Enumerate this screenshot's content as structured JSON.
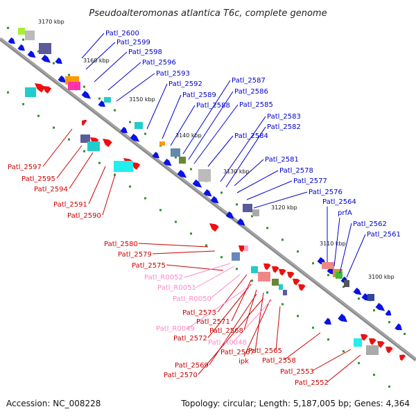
{
  "title": "Pseudoalteromonas atlantica T6c, complete genome",
  "accession": "Accession: NC_008228",
  "summary": "Topology: circular; Length: 5,187,005 bp; Genes: 4,364",
  "colors": {
    "forward_label": "#0000cc",
    "reverse_label": "#cc0000",
    "rna_label": "#ff88c8",
    "forward_gene": "#0a12e6",
    "reverse_gene": "#ee1010",
    "backbone": "#8c8c8c",
    "ring_dots": "#2f8f2f"
  },
  "ticks": [
    "3170 kbp",
    "3160 kbp",
    "3150 kbp",
    "3140 kbp",
    "3130 kbp",
    "3120 kbp",
    "3110 kbp",
    "3100 kbp"
  ],
  "forward_labels": [
    "Patl_2600",
    "Patl_2599",
    "Patl_2598",
    "Patl_2596",
    "Patl_2593",
    "Patl_2592",
    "Patl_2589",
    "Patl_2588",
    "Patl_2587",
    "Patl_2586",
    "Patl_2585",
    "Patl_2584",
    "Patl_2583",
    "Patl_2582",
    "Patl_2581",
    "Patl_2578",
    "Patl_2577",
    "Patl_2576",
    "Patl_2564",
    "prfA",
    "Patl_2562",
    "Patl_2561"
  ],
  "reverse_labels": [
    "Patl_2597",
    "Patl_2595",
    "Patl_2594",
    "Patl_2591",
    "Patl_2590",
    "Patl_2580",
    "Patl_2579",
    "Patl_2575",
    "Patl_2573",
    "Patl_2571",
    "Patl_2572",
    "Patl_2568",
    "Patl_2567",
    "Patl_2569",
    "Patl_2570",
    "ipk",
    "Patl_2565",
    "Patl_2558",
    "Patl_2553",
    "Patl_2552"
  ],
  "rna_labels": [
    "Patl_R0052",
    "Patl_R0051",
    "Patl_R0050",
    "Patl_R0049",
    "Patl_R0048"
  ]
}
